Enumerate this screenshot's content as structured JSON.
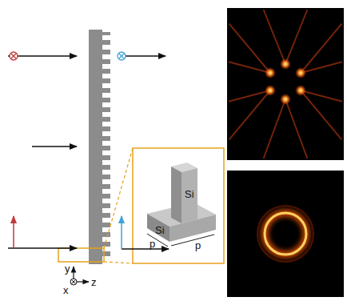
{
  "diagram": {
    "labels": [
      "Si",
      "Si",
      "p",
      "p",
      "y",
      "x",
      "z"
    ]
  }
}
